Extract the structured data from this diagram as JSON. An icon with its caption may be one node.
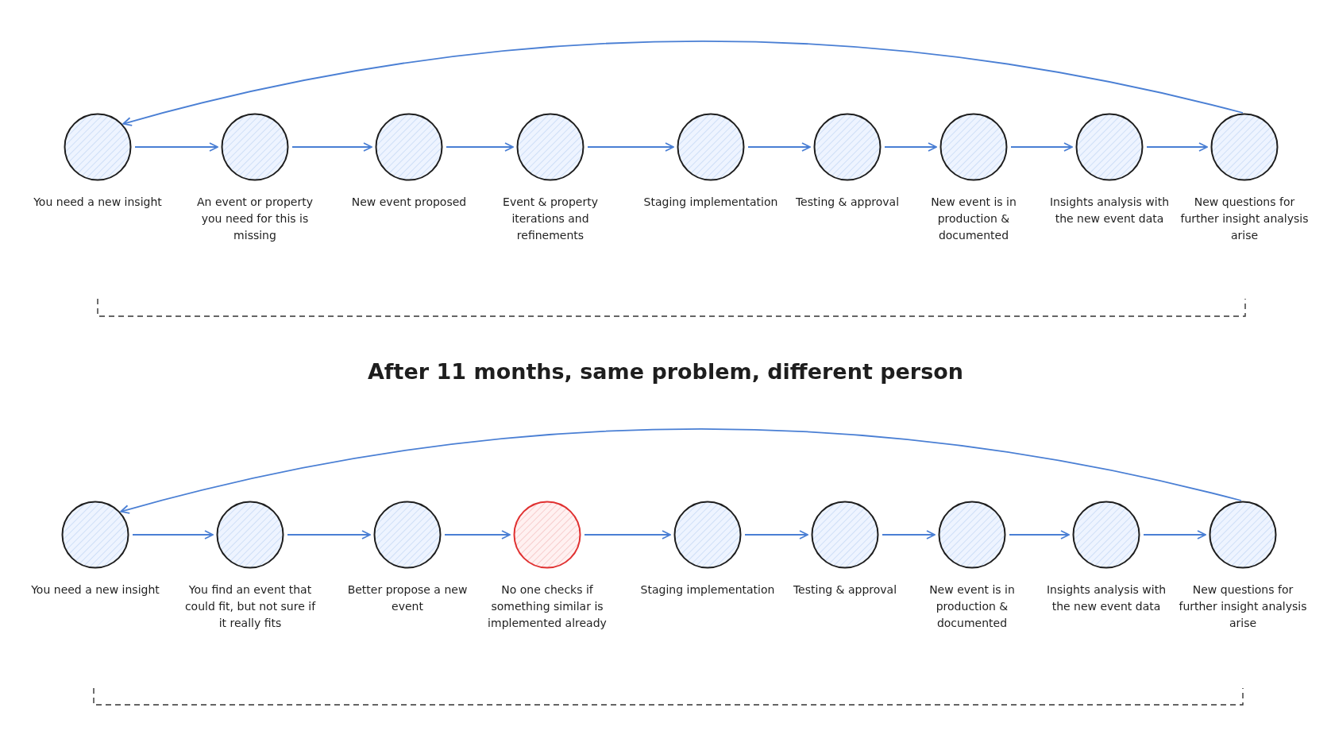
{
  "diagram": {
    "nodes": [
      {
        "text": [],
        "shape": "circle",
        "beside": [
          "You need a new insight"
        ]
      },
      {
        "text": [],
        "shape": "circle",
        "beside": [
          "An event or property you need for this is missing"
        ]
      },
      {
        "text": [],
        "shape": "circle",
        "beside": [
          "New event proposed"
        ]
      },
      {
        "text": [],
        "shape": "circle",
        "beside": [
          "Event & property iterations and refinements"
        ]
      },
      {
        "text": [],
        "shape": "circle",
        "beside": [
          "Staging implementation"
        ]
      },
      {
        "text": [],
        "shape": "circle",
        "beside": [
          "Testing & approval"
        ]
      },
      {
        "text": [],
        "shape": "circle",
        "beside": [
          "New event is in production & documented"
        ]
      },
      {
        "text": [],
        "shape": "circle",
        "beside": [
          "Insights analysis with the new event data"
        ]
      },
      {
        "text": [],
        "shape": "circle",
        "beside": [
          "New questions for further insight analysis arise"
        ]
      },
      {
        "text": [],
        "shape": "circle",
        "beside": [
          "You need a new insight"
        ]
      },
      {
        "text": [],
        "shape": "circle",
        "beside": [
          "You find an event that could fit, but not sure if it really fits"
        ]
      },
      {
        "text": [],
        "shape": "circle",
        "beside": [
          "Better propose a new event"
        ]
      },
      {
        "text": [],
        "shape": "circle",
        "beside": [
          "No one checks if something similar is implemented already"
        ]
      },
      {
        "text": [],
        "shape": "circle",
        "beside": [
          "Staging implementation"
        ]
      },
      {
        "text": [],
        "shape": "circle",
        "beside": [
          "Testing & approval"
        ]
      },
      {
        "text": [],
        "shape": "circle",
        "beside": [
          "New event is in production & documented"
        ]
      },
      {
        "text": [],
        "shape": "circle",
        "beside": [
          "Insights analysis with the new event data"
        ]
      },
      {
        "text": [],
        "shape": "circle",
        "beside": [
          "New questions for further insight analysis arise"
        ]
      }
    ],
    "edges": [
      {
        "from": 0,
        "to": 1,
        "arrow": "to"
      },
      {
        "from": 1,
        "to": 2,
        "arrow": "to"
      },
      {
        "from": 2,
        "to": 3,
        "arrow": "to"
      },
      {
        "from": 3,
        "to": 4,
        "arrow": "to"
      },
      {
        "from": 4,
        "to": 5,
        "arrow": "to"
      },
      {
        "from": 5,
        "to": 6,
        "arrow": "to"
      },
      {
        "from": 6,
        "to": 7,
        "arrow": "to"
      },
      {
        "from": 7,
        "to": 8,
        "arrow": "to"
      },
      {
        "from": 8,
        "to": 0,
        "arrow": "to"
      },
      {
        "from": 9,
        "to": 10,
        "arrow": "to"
      },
      {
        "from": 10,
        "to": 11,
        "arrow": "to"
      },
      {
        "from": 11,
        "to": 12,
        "arrow": "to"
      },
      {
        "from": 12,
        "to": 13,
        "arrow": "to"
      },
      {
        "from": 13,
        "to": 14,
        "arrow": "to"
      },
      {
        "from": 14,
        "to": 15,
        "arrow": "to"
      },
      {
        "from": 15,
        "to": 16,
        "arrow": "to"
      },
      {
        "from": 16,
        "to": 17,
        "arrow": "to"
      },
      {
        "from": 17,
        "to": 9,
        "arrow": "to"
      }
    ],
    "labels": [
      "After 11 months, same problem, different person"
    ]
  }
}
